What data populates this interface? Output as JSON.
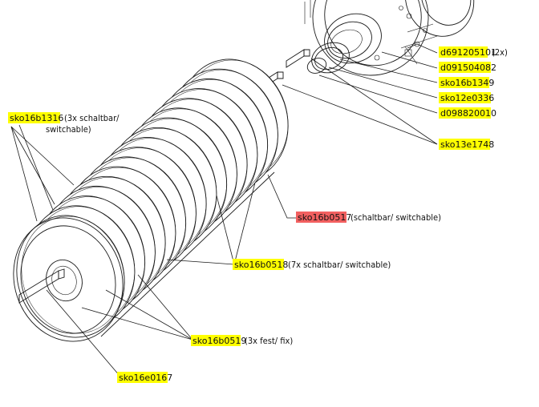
{
  "colors": {
    "highlight": "#ffff00",
    "highlight_red": "#f26060",
    "line": "#1a1a1a"
  },
  "labels": {
    "d691205101": {
      "code": "d691205101",
      "note": "(2x)"
    },
    "d091504082": {
      "code": "d091504082"
    },
    "sko16b1349": {
      "code": "sko16b1349"
    },
    "sko12e0336": {
      "code": "sko12e0336"
    },
    "d098820010": {
      "code": "d098820010"
    },
    "sko13e1748": {
      "code": "sko13e1748"
    },
    "sko16b1316": {
      "code": "sko16b1316",
      "note": "(3x schaltbar/",
      "note2": "switchable)"
    },
    "sko16b0517": {
      "code": "sko16b0517",
      "note": "(schaltbar/ switchable)"
    },
    "sko16b0518": {
      "code": "sko16b0518",
      "note": "(7x schaltbar/ switchable)"
    },
    "sko16b0519": {
      "code": "sko16b0519",
      "note": "(3x fest/ fix)"
    },
    "sko16e0167": {
      "code": "sko16e0167"
    }
  }
}
